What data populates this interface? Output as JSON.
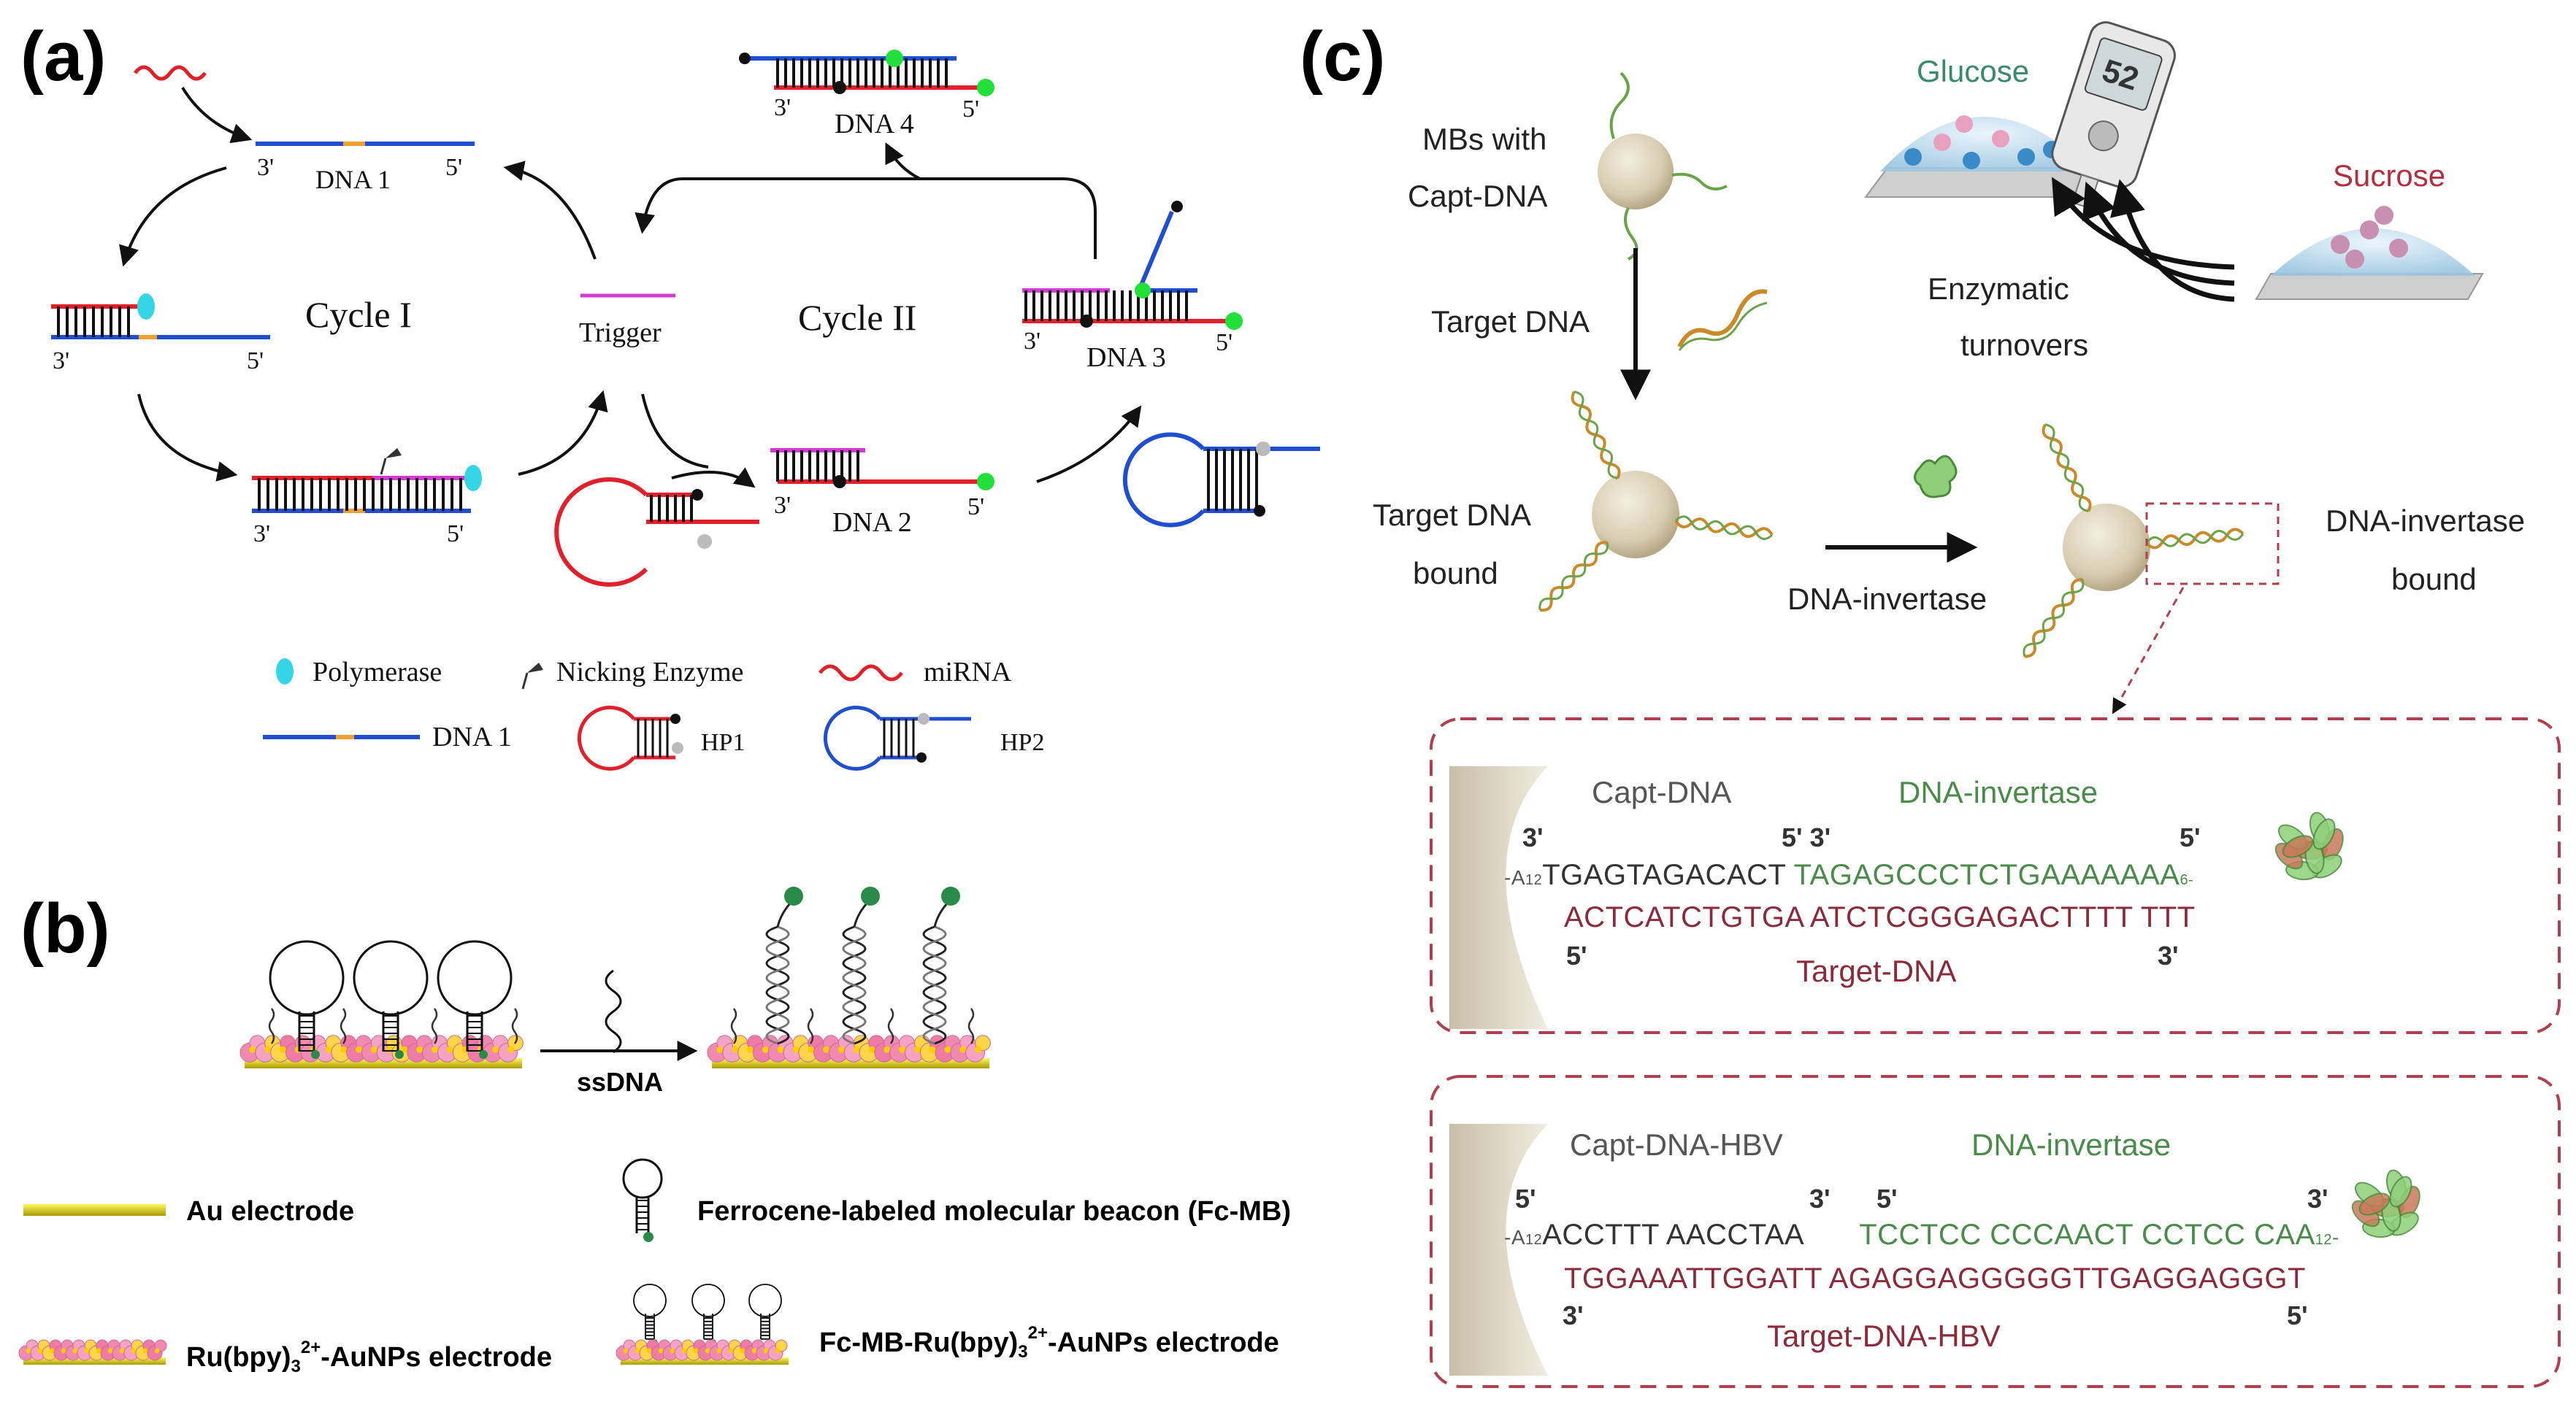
{
  "panels": {
    "a": {
      "letter": "(a)",
      "dna1": "DNA 1",
      "dna2": "DNA 2",
      "dna3": "DNA 3",
      "dna4": "DNA 4",
      "cycle1": "Cycle I",
      "cycle2": "Cycle II",
      "trigger": "Trigger",
      "end3": "3'",
      "end5": "5'",
      "legend": {
        "polymerase": "Polymerase",
        "nicking": "Nicking Enzyme",
        "mirna": "miRNA",
        "dna1": "DNA 1",
        "hp1": "HP1",
        "hp2": "HP2"
      }
    },
    "b": {
      "letter": "(b)",
      "arrow_label": "ssDNA",
      "legend": {
        "au": "Au  electrode",
        "ru": "Ru(bpy)",
        "ru_sub": "3",
        "ru_sup": "2+",
        "ru_rest": "-AuNPs electrode",
        "fcmb": "Ferrocene-labeled molecular beacon (Fc-MB)",
        "fcmb_ru": "Fc-MB-Ru(bpy)",
        "fcmb_ru_sub": "3",
        "fcmb_ru_sup": "2+",
        "fcmb_ru_rest": "-AuNPs electrode"
      }
    },
    "c": {
      "letter": "(c)",
      "mbs_line1": "MBs with",
      "mbs_line2": "Capt-DNA",
      "target_dna": "Target DNA",
      "target_bound_1": "Target DNA",
      "target_bound_2": "bound",
      "dna_invertase": "DNA-invertase",
      "inv_bound_1": "DNA-invertase",
      "inv_bound_2": "bound",
      "glucose": "Glucose",
      "sucrose": "Sucrose",
      "enz_1": "Enzymatic",
      "enz_2": "turnovers",
      "meter_reading": "52",
      "box1": {
        "capt": "Capt-DNA",
        "inv": "DNA-invertase",
        "end_3a": "3'",
        "end_5a": "5' 3'",
        "end_5b": "5'",
        "top_prefix": "-A",
        "top_sub": "12",
        "top_black": "TGAGTAGACACT ",
        "top_green": "TAGAGCCCTCTGAAAAAAA",
        "top_suffix": "6-",
        "bottom": "ACTCATCTGTGA ATCTCGGGAGACTTTT TTT",
        "b_end_5": "5'",
        "b_end_3": "3'",
        "target": "Target-DNA"
      },
      "box2": {
        "capt": "Capt-DNA-HBV",
        "inv": "DNA-invertase",
        "end_5a": "5'",
        "end_3a": "3'",
        "end_5b": "5'",
        "end_3b": "3'",
        "top_prefix": "-A",
        "top_sub": "12",
        "top_black": "ACCTTT AACCTAA",
        "top_green": "TCCTCC CCCAACT CCTCC CAA",
        "top_sub2": "12",
        "top_suffix": "-",
        "bottom": "TGGAAATTGGATT AGAGGAGGGGGTTGAGGAGGGT",
        "b_end_3": "3'",
        "b_end_5": "5'",
        "target": "Target-DNA-HBV"
      }
    }
  },
  "colors": {
    "blue": "#1f4fd0",
    "red": "#e0202a",
    "magenta": "#d23cd2",
    "orange": "#f0a030",
    "cyan": "#33d6e6",
    "green": "#22e03a",
    "dark_green": "#2a8a4a",
    "au_yellow": "#e8e000",
    "seq_green": "#4a8a4a",
    "seq_maroon": "#8a2a3a",
    "dash_red": "#b04050"
  }
}
